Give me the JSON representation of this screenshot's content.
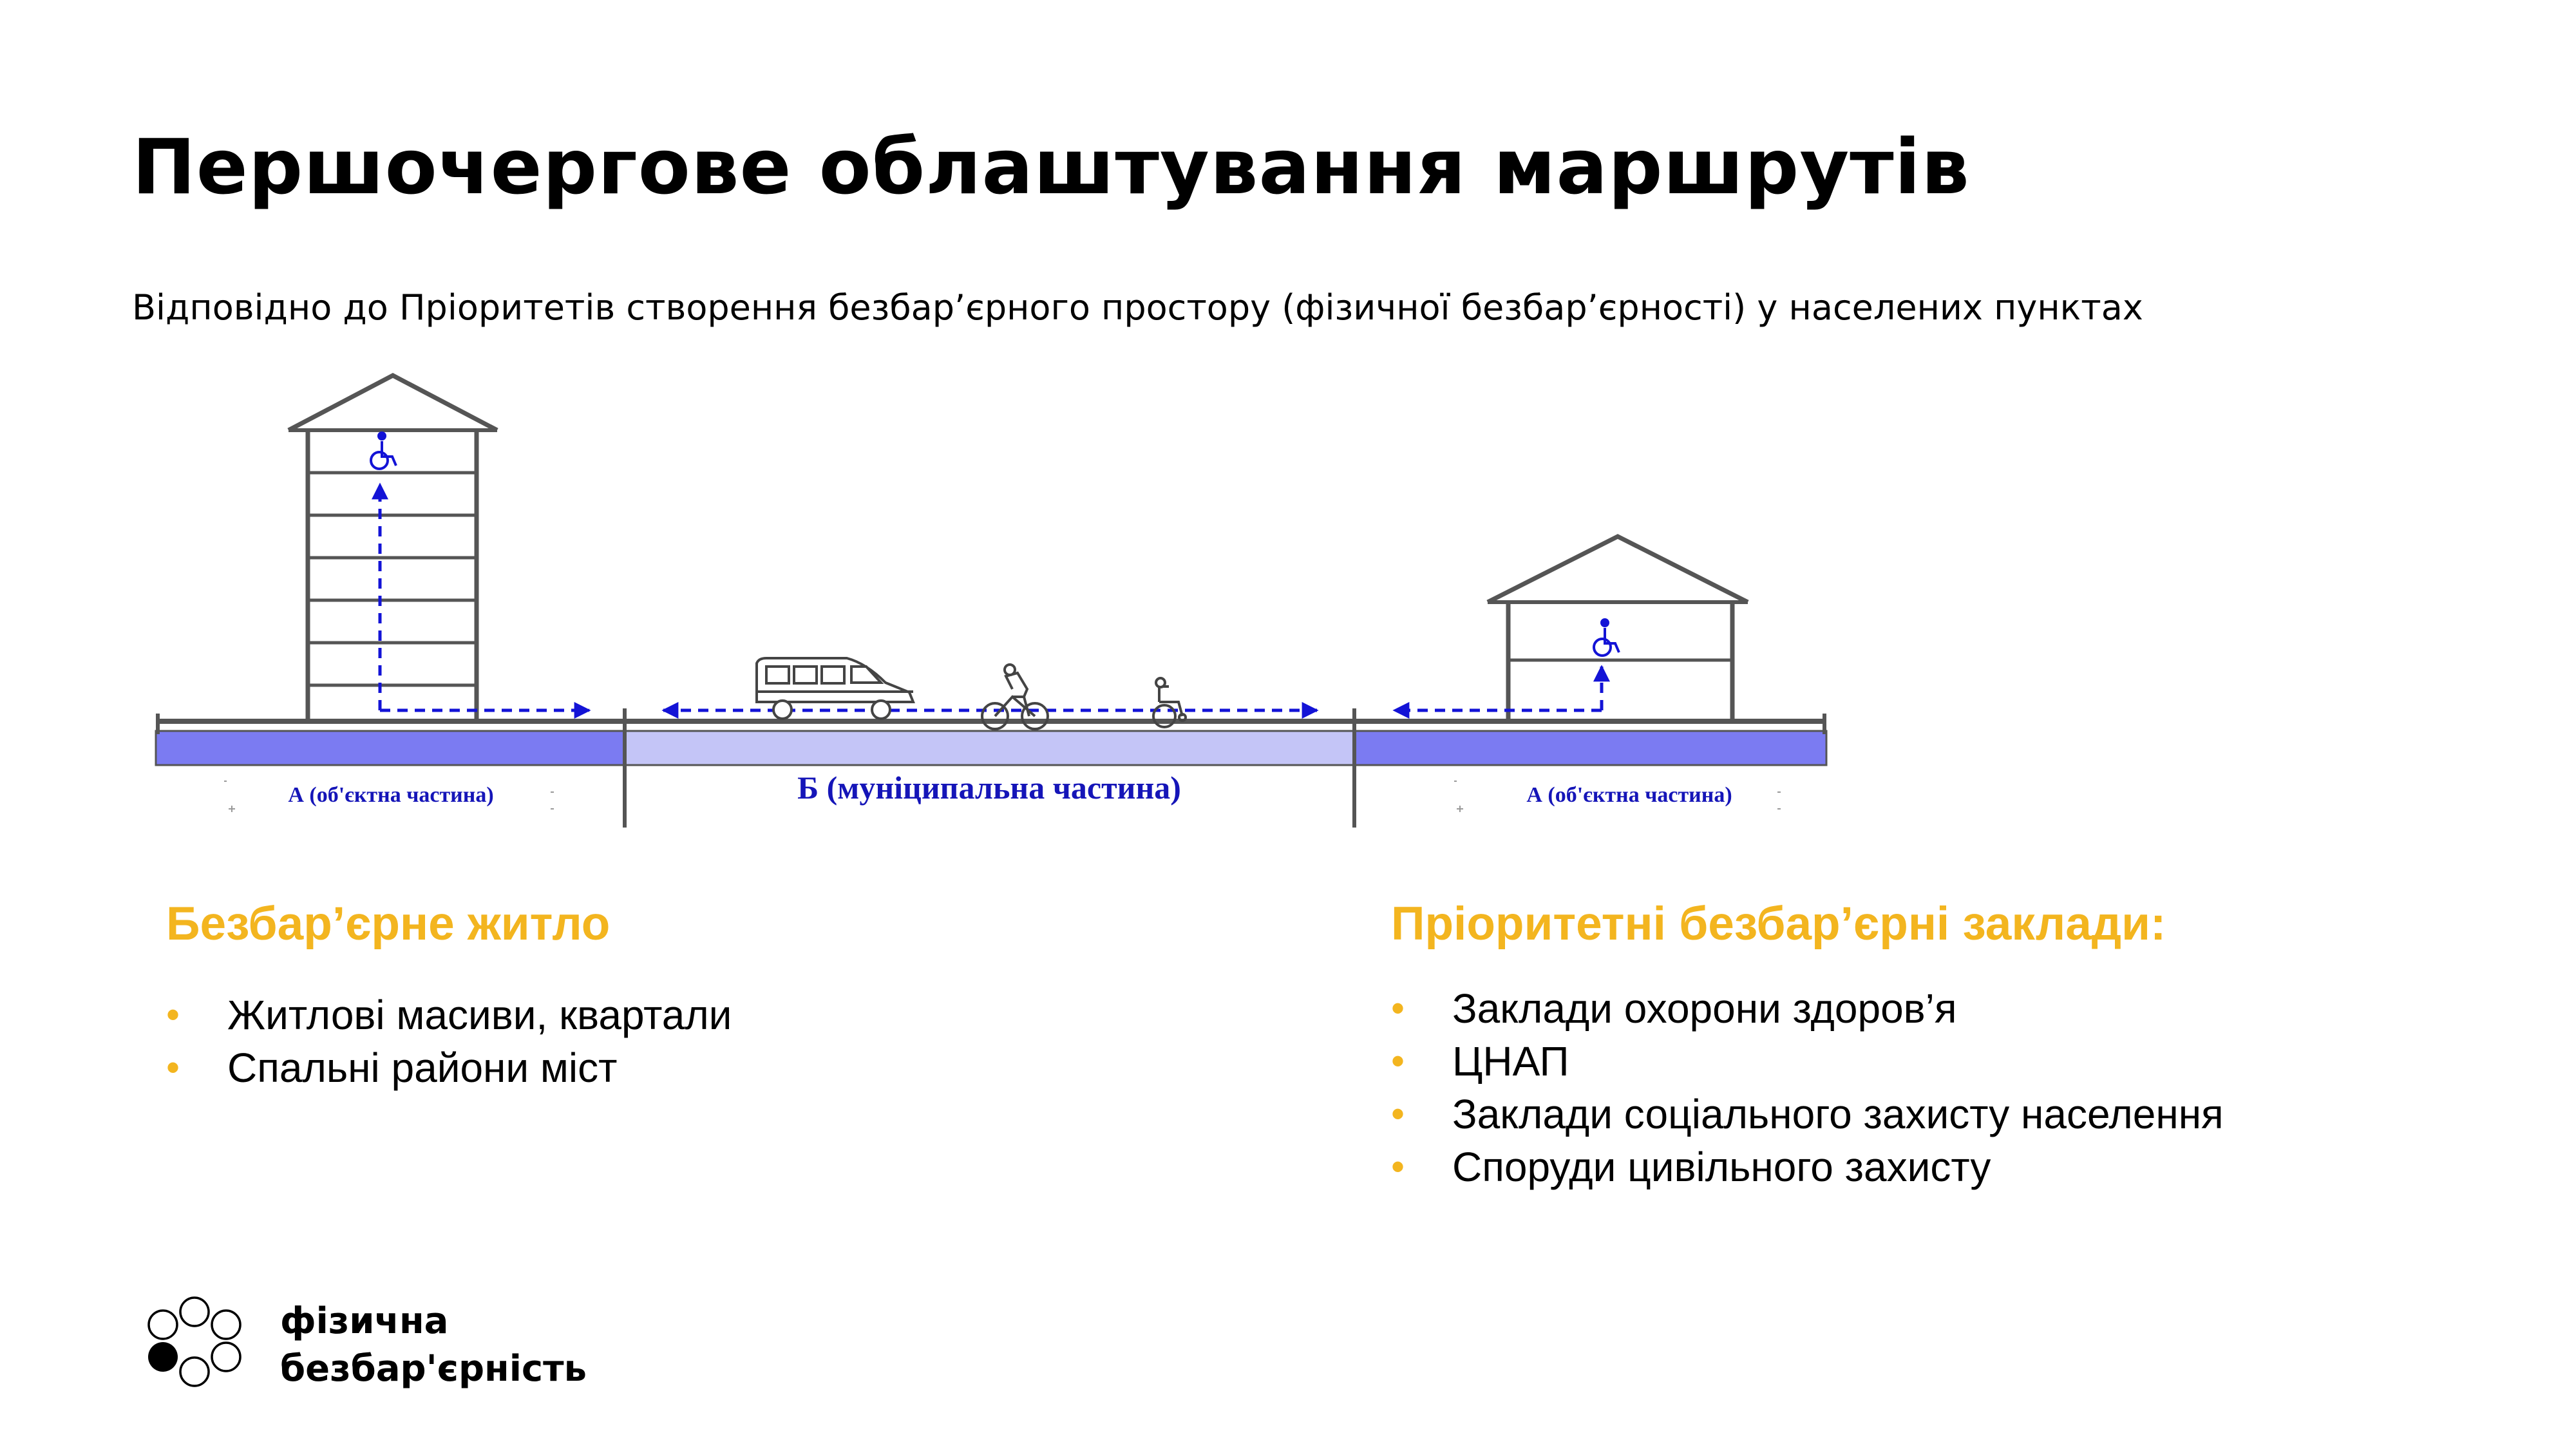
{
  "slide": {
    "title": "Першочергове облаштування маршрутів",
    "subtitle": "Відповідно до Пріоритетів створення безбар’єрного простору (фізичної безбар’єрності) у населених пунктах"
  },
  "diagram": {
    "zones": [
      {
        "label": "А (об'єктна частина)"
      },
      {
        "label": "Б (муніципальна частина)"
      },
      {
        "label": "А (об'єктна частина)"
      }
    ]
  },
  "left_column": {
    "heading": "Безбар’єрне житло",
    "items": [
      "Житлові масиви, квартали",
      "Спальні райони міст"
    ]
  },
  "right_column": {
    "heading": "Пріоритетні безбар’єрні заклади:",
    "items": [
      "Заклади охорони здоров’я",
      "ЦНАП",
      "Заклади соціального захисту населення",
      "Споруди цивільного захисту"
    ]
  },
  "logo": {
    "line1": "фізична",
    "line2": "безбар'єрність"
  },
  "colors": {
    "accent": "#f3b51f",
    "road_object": "#7b7bf2",
    "road_municipal": "#c4c5f7",
    "route_arrow": "#1313d6",
    "structure": "#555555"
  },
  "bullet_glyph": "•"
}
